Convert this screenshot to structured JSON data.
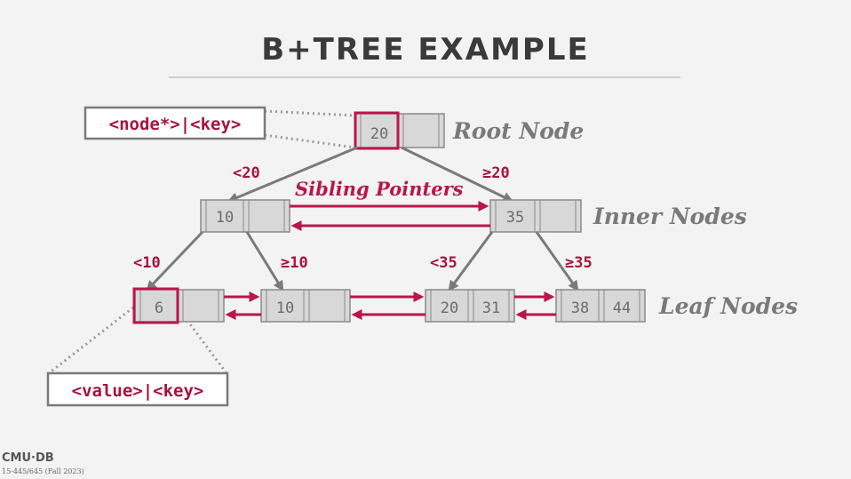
{
  "title": "B+TREE EXAMPLE",
  "labels": {
    "root": "Root Node",
    "inner": "Inner Nodes",
    "leaf": "Leaf Nodes",
    "sibling": "Sibling Pointers",
    "node_format": "<node*>|<key>",
    "leaf_format": "<value>|<key>"
  },
  "comparisons": {
    "root_left": "<20",
    "root_right": "≥20",
    "inner1_left": "<10",
    "inner1_right": "≥10",
    "inner2_left": "<35",
    "inner2_right": "≥35"
  },
  "keys": {
    "root": "20",
    "inner_left": "10",
    "inner_right": "35",
    "leaf1": "6",
    "leaf2": "10",
    "leaf3a": "20",
    "leaf3b": "31",
    "leaf4a": "38",
    "leaf4b": "44"
  },
  "footer": {
    "logo": "CMU·DB",
    "course": "15-445/645 (Fall 2023)"
  },
  "colors": {
    "accent": "#b8174a",
    "node_fill": "#d8d8d8",
    "background": "#f3f3f3"
  }
}
